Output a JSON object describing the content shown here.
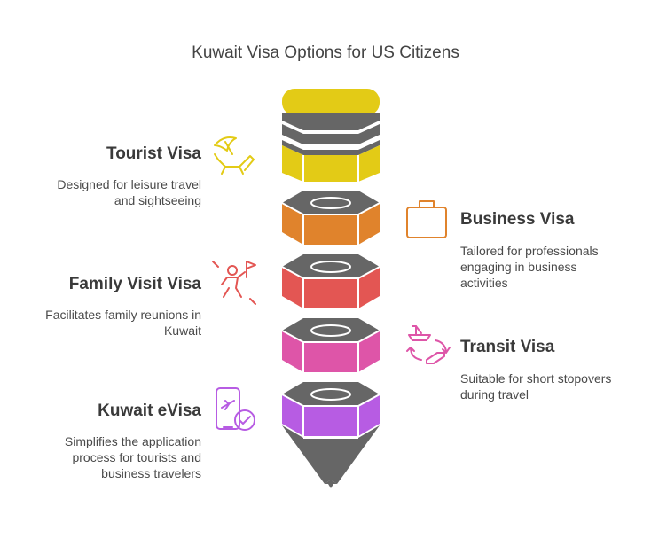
{
  "title": "Kuwait Visa Options for US Citizens",
  "colors": {
    "tourist": "#E3CB16",
    "business": "#E0832C",
    "family": "#E35653",
    "transit": "#DE55A8",
    "evisa": "#B75CE3",
    "cap": "#666666",
    "outline": "#ffffff"
  },
  "items": [
    {
      "key": "tourist",
      "title": "Tourist Visa",
      "desc_lines": [
        "Designed for leisure travel",
        "and sightseeing"
      ],
      "icon": "beach-chair-umbrella-icon"
    },
    {
      "key": "business",
      "title": "Business Visa",
      "desc_lines": [
        "Tailored for professionals",
        "engaging in business",
        "activities"
      ],
      "icon": "briefcase-icon"
    },
    {
      "key": "family",
      "title": "Family Visit Visa",
      "desc_lines": [
        "Facilitates family reunions in",
        "Kuwait"
      ],
      "icon": "person-flag-icon"
    },
    {
      "key": "transit",
      "title": "Transit Visa",
      "desc_lines": [
        "Suitable for short stopovers",
        "during travel"
      ],
      "icon": "plane-boat-transfer-icon"
    },
    {
      "key": "evisa",
      "title": "Kuwait eVisa",
      "desc_lines": [
        "Simplifies the application",
        "process for tourists and",
        "business travelers"
      ],
      "icon": "mobile-plane-check-icon"
    }
  ]
}
